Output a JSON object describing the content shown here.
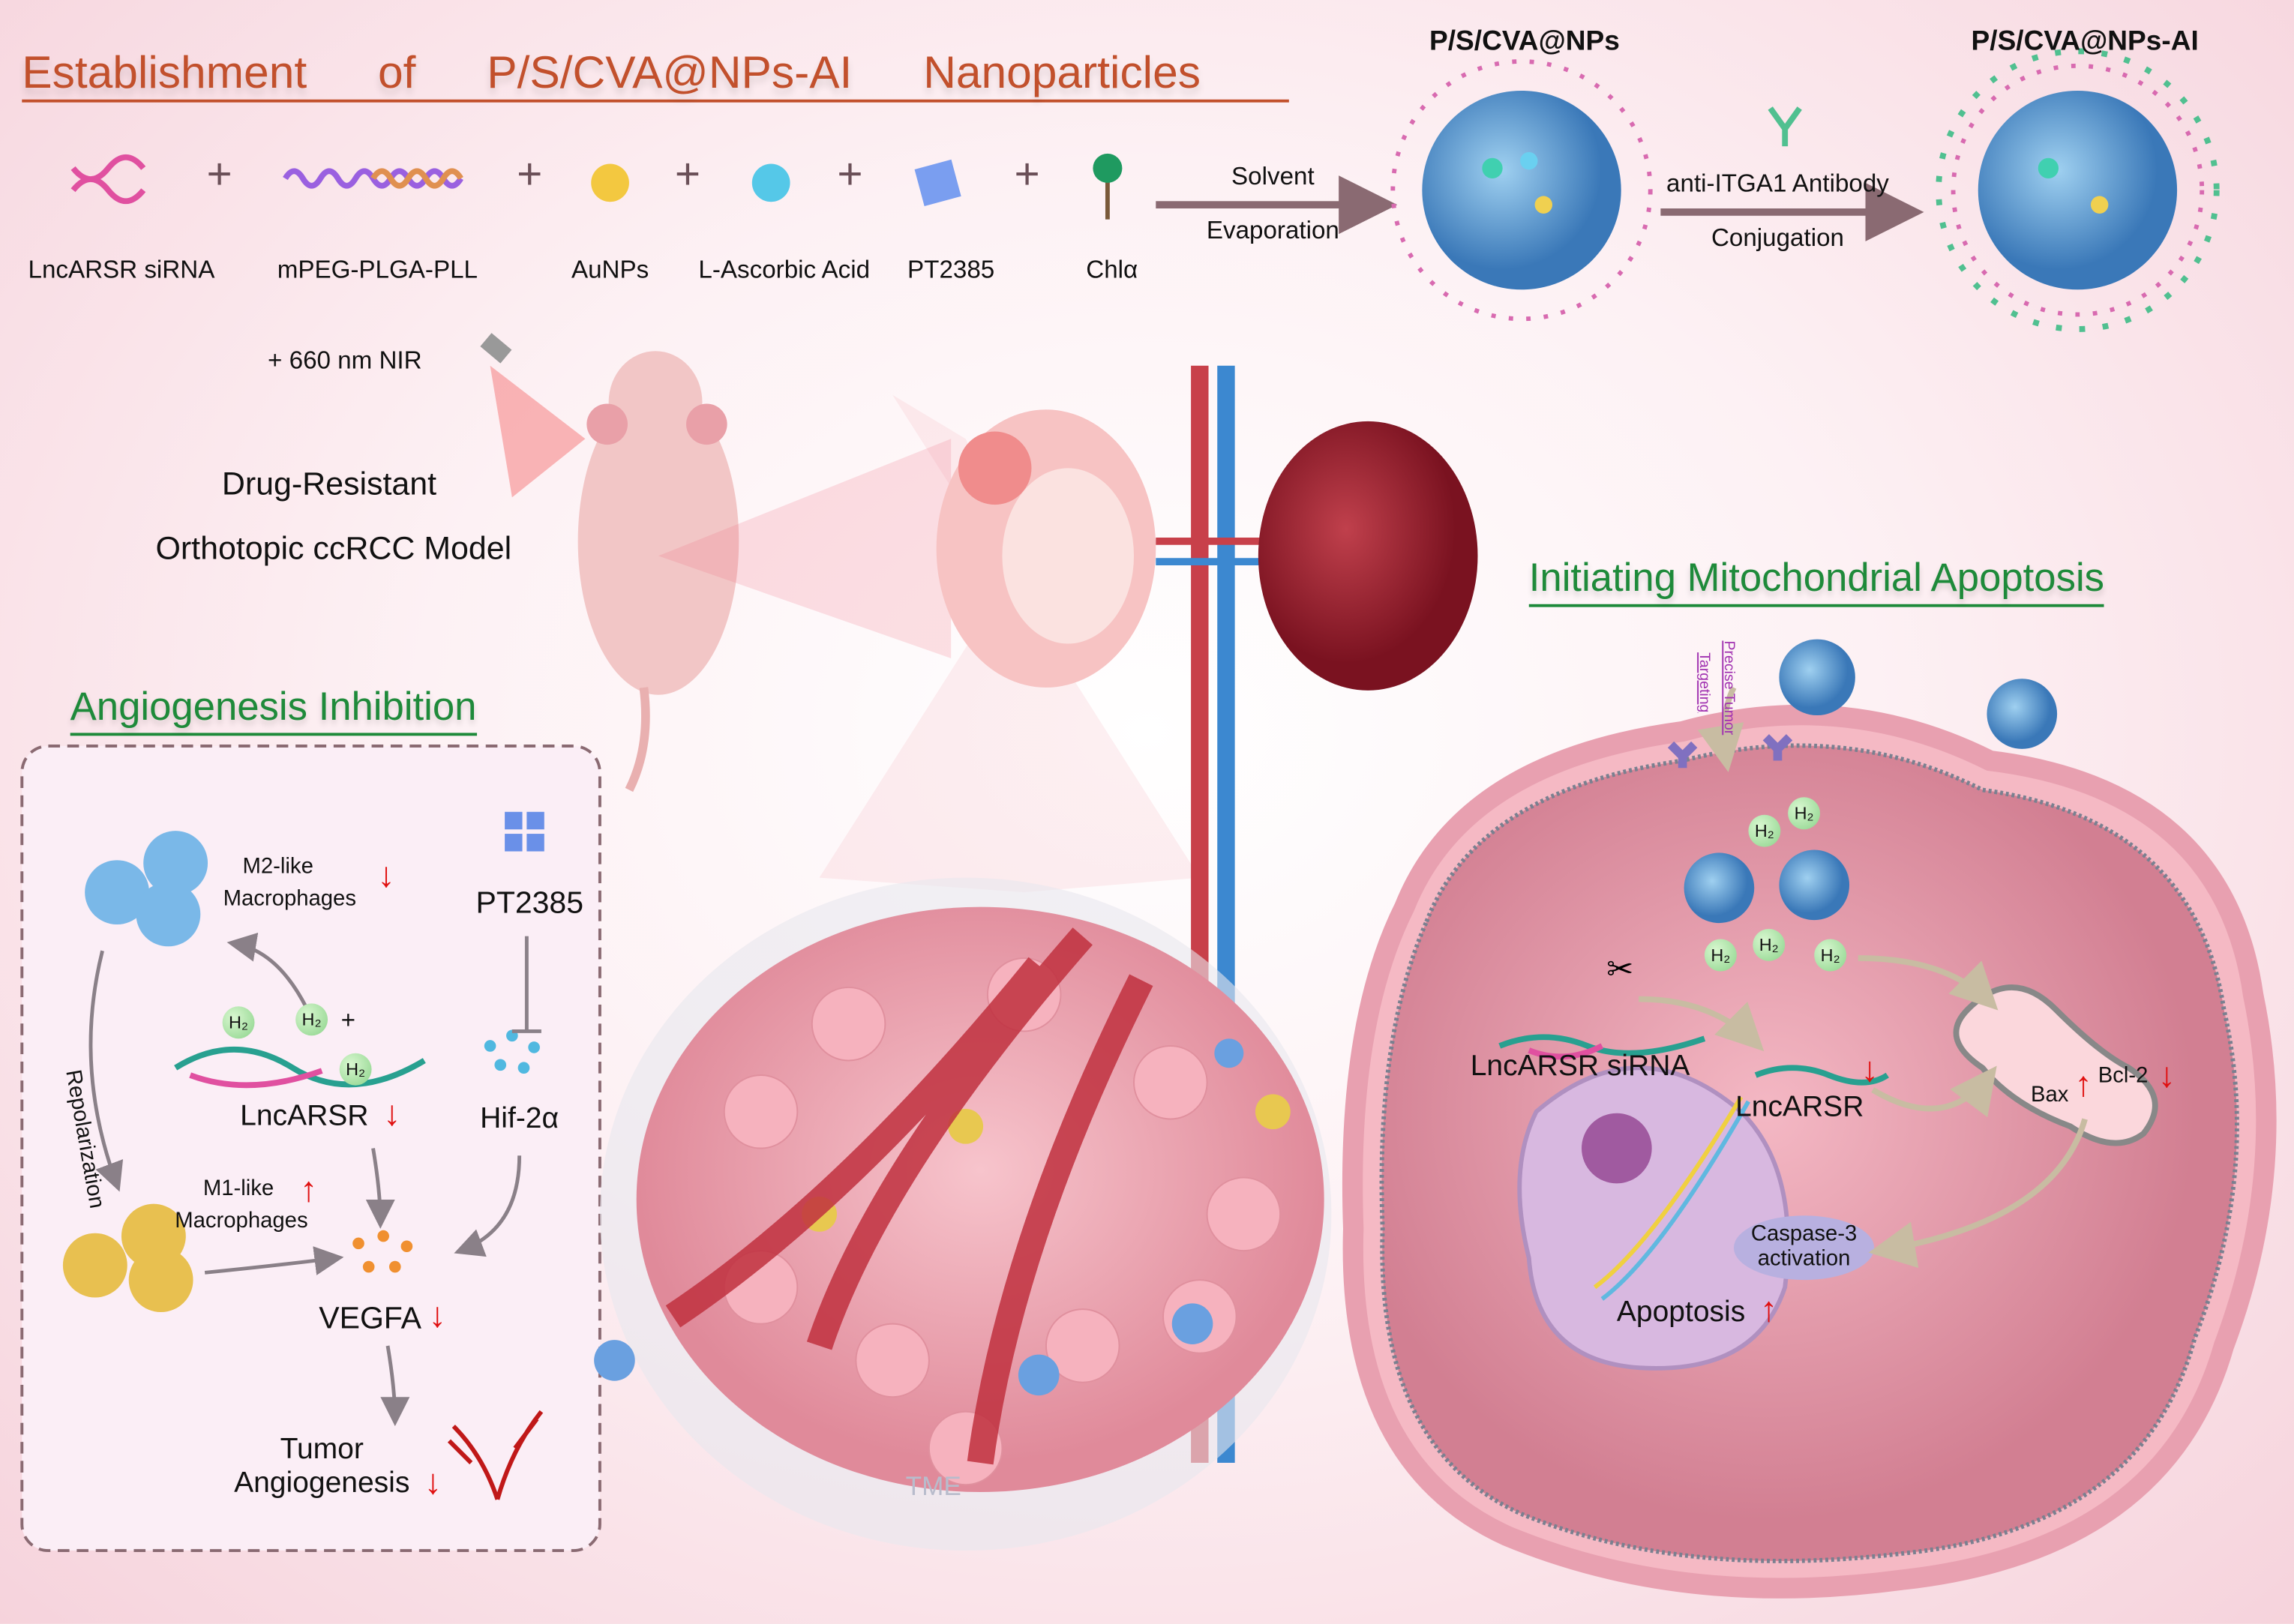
{
  "title": "Establishment of P/S/CVA@NPs-AI Nanoparticles",
  "ingredients": [
    {
      "label": "LncARSR siRNA",
      "icon": "dna-icon"
    },
    {
      "label": "mPEG-PLGA-PLL",
      "icon": "polymer-chain-icon"
    },
    {
      "label": "AuNPs",
      "icon": "gold-sphere-icon"
    },
    {
      "label": "L-Ascorbic Acid",
      "icon": "cyan-sphere-icon"
    },
    {
      "label": "PT2385",
      "icon": "blue-cube-icon"
    },
    {
      "label": "Chlα",
      "icon": "chlorophyll-pin-icon"
    }
  ],
  "plus": "+",
  "step1": {
    "top": "Solvent",
    "bottom": "Evaporation"
  },
  "np1": "P/S/CVA@NPs",
  "step2": {
    "top": "anti-ITGA1 Antibody",
    "bottom": "Conjugation"
  },
  "np2": "P/S/CVA@NPs-AI",
  "nir": "+ 660 nm NIR",
  "model": {
    "line1": "Drug-Resistant",
    "line2": "Orthotopic ccRCC Model"
  },
  "angio": {
    "title": "Angiogenesis Inhibition",
    "m2": {
      "line1": "M2-like",
      "line2": "Macrophages"
    },
    "pt2385": "PT2385",
    "repolarization": "Repolarization",
    "lncarsr": "LncARSR",
    "hif": "Hif-2α",
    "m1": {
      "line1": "M1-like",
      "line2": "Macrophages"
    },
    "vegfa": "VEGFA",
    "tumor": {
      "line1": "Tumor",
      "line2": "Angiogenesis"
    },
    "h2": "H₂",
    "plus": "+"
  },
  "tme": "TME",
  "apoptosis": {
    "title": "Initiating Mitochondrial Apoptosis",
    "targeting": {
      "line1": "Precise Tumor",
      "line2": "Targeting"
    },
    "sirna": "LncARSR siRNA",
    "lncarsr": "LncARSR",
    "bax": "Bax",
    "bcl2": "Bcl-2",
    "caspase": {
      "line1": "Caspase-3",
      "line2": "activation"
    },
    "apoptosis": "Apoptosis",
    "h2": "H₂"
  },
  "arrows": {
    "up": "↑",
    "down": "↓"
  },
  "colors": {
    "title": "#c2502c",
    "section": "#1e8a3a",
    "arrow_red": "#e01010"
  }
}
